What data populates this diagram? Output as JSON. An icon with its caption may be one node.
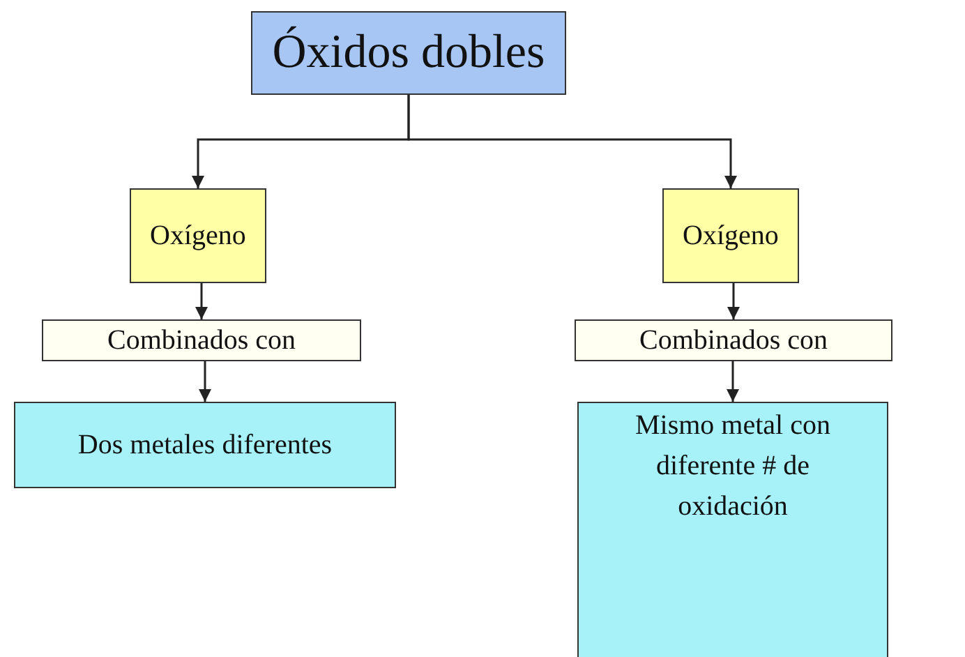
{
  "diagram": {
    "nodes": [
      {
        "text": [
          "Óxidos dobles"
        ]
      },
      {
        "text": [
          "Oxígeno"
        ]
      },
      {
        "text": [
          "Oxígeno"
        ]
      },
      {
        "text": [
          "Combinados con"
        ]
      },
      {
        "text": [
          "Combinados con"
        ]
      },
      {
        "text": [
          "Dos metales diferentes"
        ]
      },
      {
        "text": [
          "Mismo metal con diferente # de oxidación"
        ]
      }
    ],
    "edges": [
      {
        "from": 0,
        "to": 1,
        "arrow": "to"
      },
      {
        "from": 0,
        "to": 2,
        "arrow": "to"
      },
      {
        "from": 1,
        "to": 3,
        "arrow": "to"
      },
      {
        "from": 3,
        "to": 5,
        "arrow": "to"
      },
      {
        "from": 2,
        "to": 4,
        "arrow": "to"
      },
      {
        "from": 4,
        "to": 6,
        "arrow": "to"
      }
    ]
  }
}
